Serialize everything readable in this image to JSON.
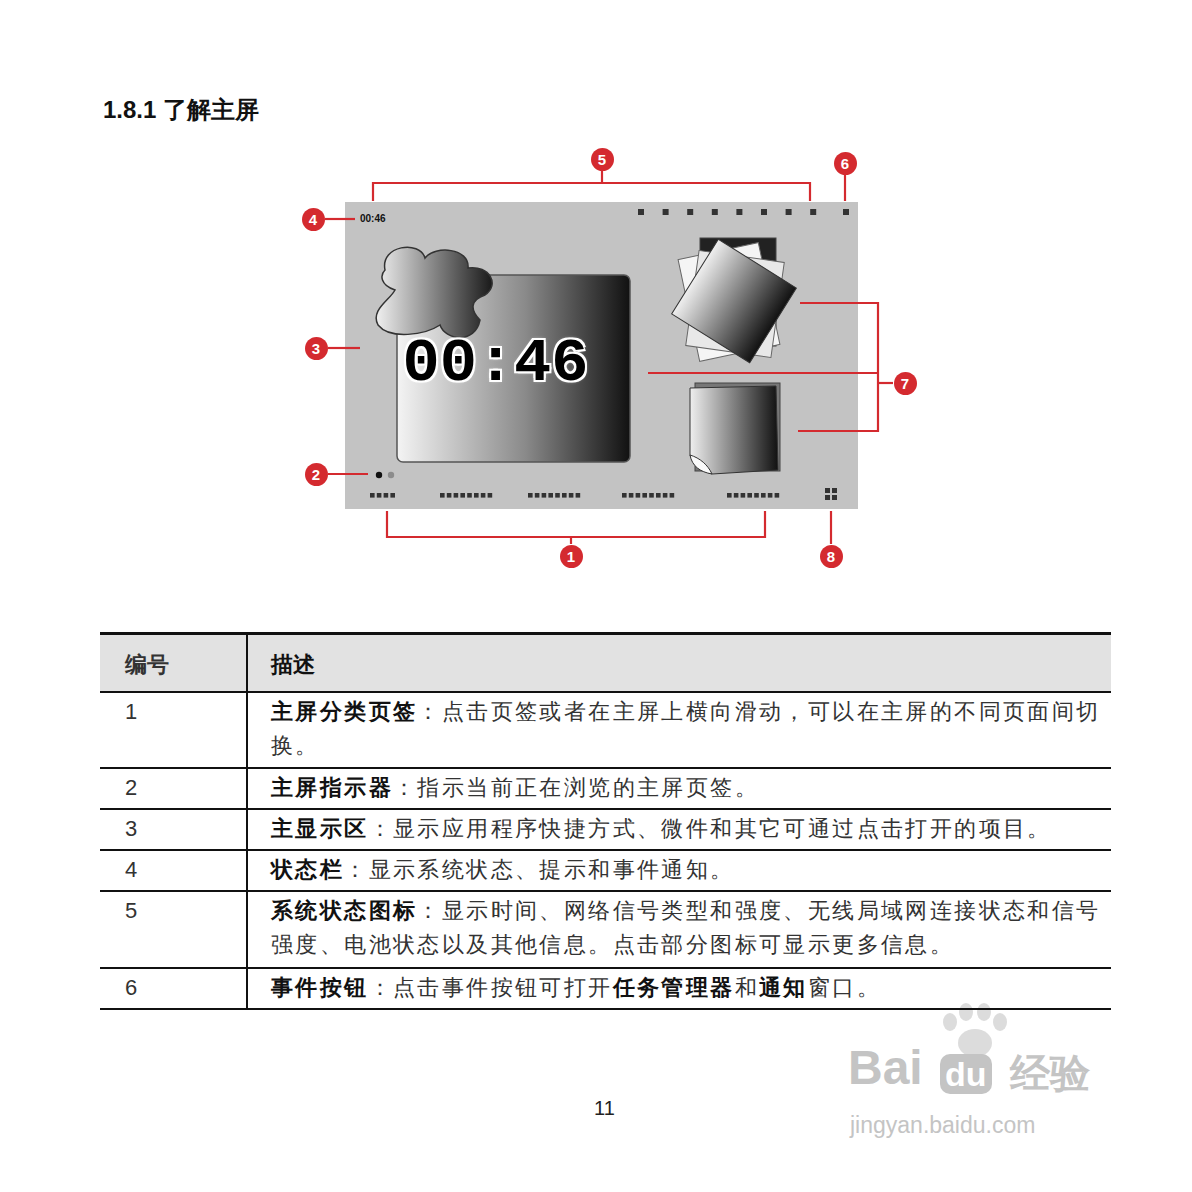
{
  "diagram": {
    "title": "1.8.1 了解主屏",
    "nodes": [
      {
        "text": [
          "5"
        ]
      },
      {
        "text": [
          "6"
        ]
      },
      {
        "text": [
          "00:46"
        ]
      },
      {
        "text": [
          "00:46"
        ],
        "in": 2
      },
      {
        "text": [
          "4"
        ]
      },
      {
        "text": [
          "3"
        ]
      },
      {
        "text": [
          "7"
        ]
      },
      {
        "text": [
          "2"
        ]
      },
      {
        "text": [
          "1"
        ]
      },
      {
        "text": [
          "8"
        ]
      }
    ],
    "labels": [
      "编号",
      "描述",
      "1",
      "主屏分类页签",
      "：点击页签或者在主屏上横向滑动，可以在主屏的不同页面间切换。",
      "2",
      "主屏指示器",
      "：指示当前正在浏览的主屏页签。",
      "3",
      "主显示区",
      "：显示应用程序快捷方式、微件和其它可通过点击打开的项目。",
      "4",
      "状态栏",
      "：显示系统状态、提示和事件通知。",
      "5",
      "系统状态图标",
      "：显示时间、网络信号类型和强度、无线局域网连接状态和信号强度、电池状态以及其他信息。点击部分图标可显示更多信息。",
      "6",
      "事件按钮",
      "：点击事件按钮可打开",
      "任务管理器",
      "和",
      "通知",
      "窗口。",
      "11",
      "Bai",
      "du",
      "经验",
      "jingyan.baidu.com"
    ]
  }
}
